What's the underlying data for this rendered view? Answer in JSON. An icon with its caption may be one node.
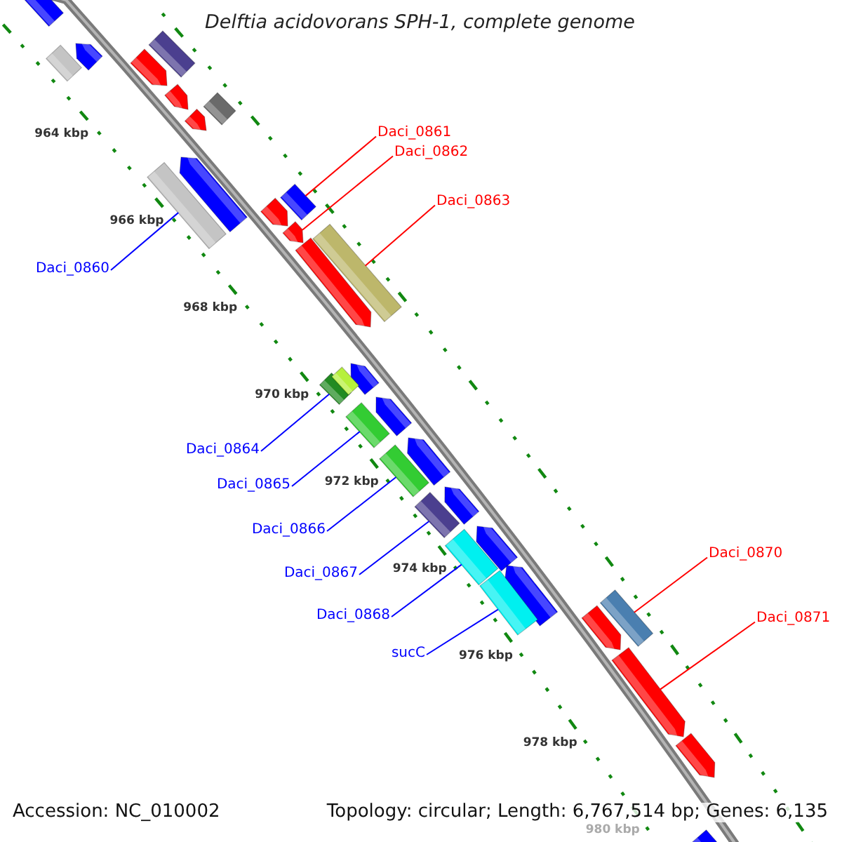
{
  "diagram": {
    "title": "Delftia acidovorans SPH-1, complete genome",
    "nodes": [
      {
        "text": [
          "Daci_0861"
        ]
      },
      {
        "text": [
          "Daci_0862"
        ]
      },
      {
        "text": [
          "Daci_0863"
        ]
      },
      {
        "text": [
          "Daci_0860"
        ]
      },
      {
        "text": [
          "Daci_0864"
        ]
      },
      {
        "text": [
          "Daci_0865"
        ]
      },
      {
        "text": [
          "Daci_0866"
        ]
      },
      {
        "text": [
          "Daci_0870"
        ]
      },
      {
        "text": [
          "Daci_0867"
        ]
      },
      {
        "text": [
          "Daci_0868"
        ]
      },
      {
        "text": [
          "Daci_0871"
        ]
      },
      {
        "text": [
          "sucC"
        ]
      },
      {
        "text": [],
        "shape": "bar"
      },
      {
        "text": [],
        "shape": "bar"
      },
      {
        "text": [],
        "shape": "bar"
      },
      {
        "text": [],
        "shape": "bar"
      },
      {
        "text": [],
        "shape": "bar"
      },
      {
        "text": [],
        "shape": "bar"
      },
      {
        "text": [],
        "shape": "bar"
      },
      {
        "text": [],
        "shape": "bar"
      },
      {
        "text": [],
        "shape": "bar"
      },
      {
        "text": [],
        "shape": "bar"
      },
      {
        "text": [],
        "shape": "bar"
      },
      {
        "text": [],
        "shape": "bar"
      },
      {
        "text": [],
        "shape": "bar"
      },
      {
        "text": [],
        "shape": "bar"
      },
      {
        "text": [],
        "shape": "bar"
      },
      {
        "text": [],
        "shape": "bar"
      },
      {
        "text": [],
        "shape": "bar"
      },
      {
        "text": [],
        "shape": "bar"
      },
      {
        "text": [],
        "shape": "bar"
      },
      {
        "text": [],
        "shape": "bar"
      },
      {
        "text": [],
        "shape": "bar"
      },
      {
        "text": [],
        "shape": "bar"
      },
      {
        "text": [],
        "shape": "bar"
      },
      {
        "text": [],
        "shape": "bar"
      },
      {
        "text": [],
        "shape": "bar"
      },
      {
        "text": [],
        "shape": "bar"
      },
      {
        "text": [],
        "shape": "bar"
      },
      {
        "text": [],
        "shape": "bar"
      },
      {
        "text": [],
        "shape": "bar"
      },
      {
        "text": [],
        "shape": "bar"
      },
      {
        "text": [],
        "shape": "bar"
      },
      {
        "text": [],
        "shape": "bar"
      }
    ],
    "edges": [
      {
        "from": 0,
        "to": 21,
        "arrow": "none",
        "color": "#ff0000"
      },
      {
        "from": 1,
        "to": 24,
        "arrow": "none",
        "color": "#ff0000"
      },
      {
        "from": 2,
        "to": 25,
        "arrow": "none",
        "color": "#ff0000"
      },
      {
        "from": 3,
        "to": 22,
        "arrow": "none"
      },
      {
        "from": 4,
        "to": 28,
        "arrow": "none"
      },
      {
        "from": 5,
        "to": 30,
        "arrow": "none"
      },
      {
        "from": 6,
        "to": 32,
        "arrow": "none"
      },
      {
        "from": 7,
        "to": 39,
        "arrow": "none",
        "color": "#ff0000"
      },
      {
        "from": 8,
        "to": 34,
        "arrow": "none"
      },
      {
        "from": 9,
        "to": 36,
        "arrow": "none"
      },
      {
        "from": 10,
        "to": 41,
        "arrow": "none",
        "color": "#ff0000"
      },
      {
        "from": 11,
        "to": 38,
        "arrow": "none"
      }
    ],
    "labels": [
      "964 kbp",
      "966 kbp",
      "968 kbp",
      "970 kbp",
      "972 kbp",
      "974 kbp",
      "976 kbp",
      "978 kbp",
      "980 kbp",
      "Accession: NC_010002",
      "Topology: circular; Length: 6,767,514 bp; Genes: 6,135"
    ]
  }
}
